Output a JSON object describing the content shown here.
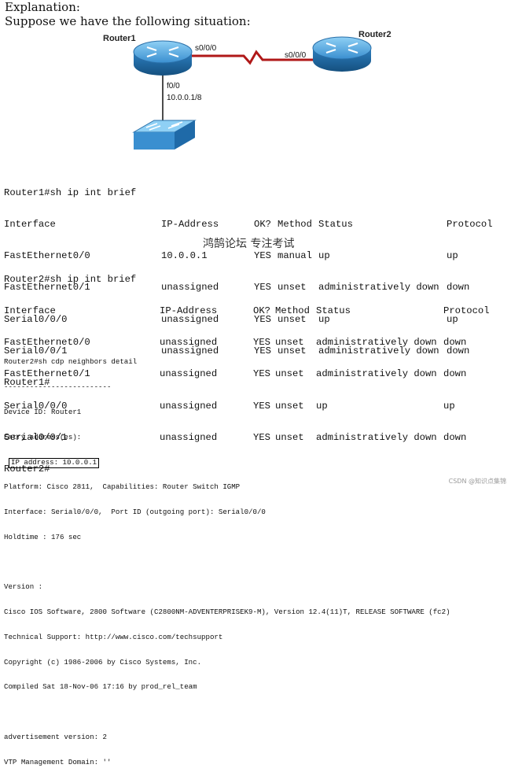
{
  "intro": {
    "heading": "Explanation:",
    "subheading": "Suppose we have the following situation:"
  },
  "diagram": {
    "router1_name": "Router1",
    "router2_name": "Router2",
    "r1_serial_port": "s0/0/0",
    "r2_serial_port": "s0/0/0",
    "r1_fast_port": "f0/0",
    "r1_fast_ip": "10.0.0.1/8"
  },
  "router1_output": {
    "command": "Router1#sh ip int brief",
    "headers": [
      "Interface",
      "IP-Address",
      "OK?",
      "Method",
      "Status",
      "Protocol"
    ],
    "rows": [
      [
        "FastEthernet0/0",
        "10.0.0.1",
        "YES",
        "manual",
        "up",
        "up"
      ],
      [
        "FastEthernet0/1",
        "unassigned",
        "YES",
        "unset",
        "administratively down",
        "down"
      ],
      [
        "Serial0/0/0",
        "unassigned",
        "YES",
        "unset",
        "up",
        "up"
      ],
      [
        "Serial0/0/1",
        "unassigned",
        "YES",
        "unset",
        "administratively down",
        "down"
      ]
    ],
    "prompt": "Router1#"
  },
  "watermark": "鸿鹄论坛 专注考试",
  "router2_output": {
    "command": "Router2#sh ip int brief",
    "headers": [
      "Interface",
      "IP-Address",
      "OK?",
      "Method",
      "Status",
      "Protocol"
    ],
    "rows": [
      [
        "FastEthernet0/0",
        "unassigned",
        "YES",
        "unset",
        "administratively down",
        "down"
      ],
      [
        "FastEthernet0/1",
        "unassigned",
        "YES",
        "unset",
        "administratively down",
        "down"
      ],
      [
        "Serial0/0/0",
        "unassigned",
        "YES",
        "unset",
        "up",
        "up"
      ],
      [
        "Serial0/0/1",
        "unassigned",
        "YES",
        "unset",
        "administratively down",
        "down"
      ]
    ],
    "prompt": "Router2#"
  },
  "cdp_output": {
    "command": "Router2#sh cdp neighbors detail",
    "separator": "-------------------------",
    "device_id": "Device ID: Router1",
    "entry_address": "Entry address(es):",
    "ip_address": "IP address: 10.0.0.1",
    "platform": "Platform: Cisco 2811,  Capabilities: Router Switch IGMP",
    "interface": "Interface: Serial0/0/0,  Port ID (outgoing port): Serial0/0/0",
    "holdtime": "Holdtime : 176 sec",
    "version_label": "Version :",
    "software": "Cisco IOS Software, 2800 Software (C2800NM-ADVENTERPRISEK9-M), Version 12.4(11)T, RELEASE SOFTWARE (fc2)",
    "support": "Technical Support: http://www.cisco.com/techsupport",
    "copyright": "Copyright (c) 1986-2006 by Cisco Systems, Inc.",
    "compiled": "Compiled Sat 18-Nov-06 17:16 by prod_rel_team",
    "adv_version": "advertisement version: 2",
    "vtp_domain": "VTP Management Domain: ''"
  },
  "credit": "CSDN @知识点集锦",
  "colors": {
    "router_blue": "#3a8fd0",
    "switch_blue": "#4fa9e0",
    "serial_link": "#b01818"
  }
}
